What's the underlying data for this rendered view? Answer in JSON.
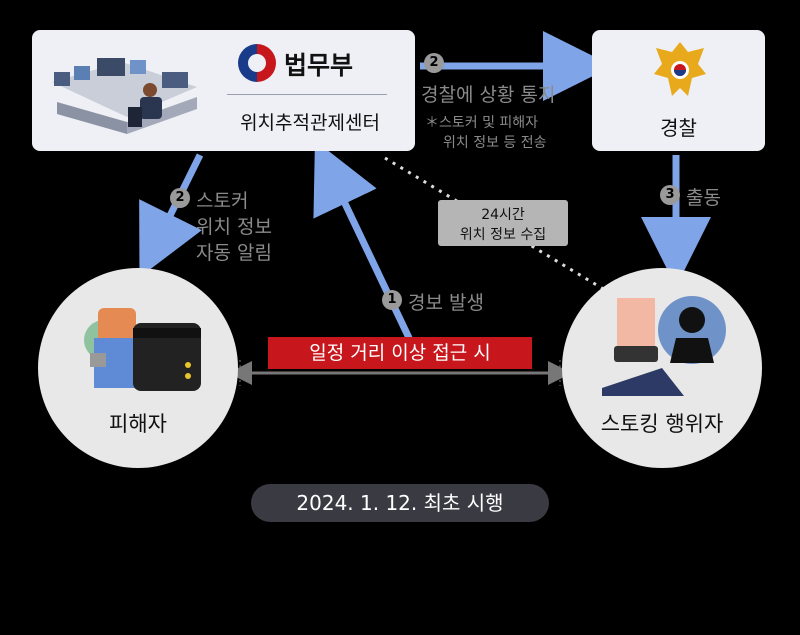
{
  "ministry": {
    "name": "법무부",
    "center": "위치추적관제센터"
  },
  "police": {
    "label": "경찰"
  },
  "victim": {
    "label": "피해자"
  },
  "stalker": {
    "label": "스토킹 행위자"
  },
  "steps": {
    "notify_num": "2",
    "notify_title": "경찰에 상황 통지",
    "notify_sub1": "＊스토커 및 피해자",
    "notify_sub2": "위치 정보 등 전송",
    "auto_num": "2",
    "auto_line1": "스토커",
    "auto_line2": "위치 정보",
    "auto_line3": "자동 알림",
    "dispatch_num": "3",
    "dispatch": "출동",
    "alarm_num": "1",
    "alarm": "경보 발생"
  },
  "collect": {
    "line1": "24시간",
    "line2": "위치 정보 수집"
  },
  "approach": "일정 거리 이상 접근 시",
  "launch": "2024. 1. 12. 최초 시행",
  "colors": {
    "arrow_blue": "#7fa4e8",
    "red_banner": "#c8161d",
    "box_bg": "#eef0f5",
    "circle_bg": "#e8e8e8",
    "gray_text": "#8a8a8a"
  }
}
